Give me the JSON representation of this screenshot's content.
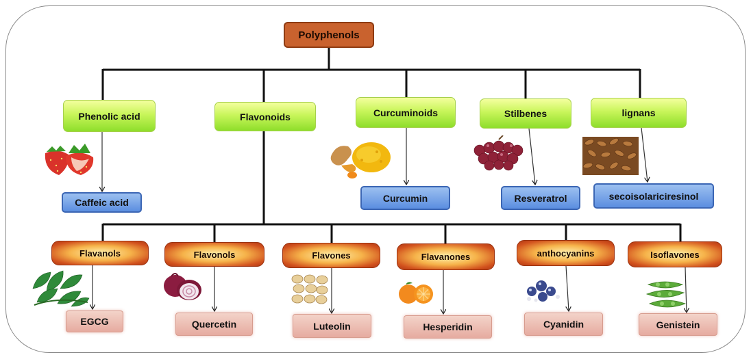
{
  "root": "Polyphenols",
  "categories": {
    "phenolic_acid": "Phenolic acid",
    "flavonoids": "Flavonoids",
    "curcuminoids": "Curcuminoids",
    "stilbenes": "Stilbenes",
    "lignans": "lignans"
  },
  "compounds": {
    "caffeic_acid": "Caffeic acid",
    "curcumin": "Curcumin",
    "resveratrol": "Resveratrol",
    "secoisolariciresinol": "secoisolariciresinol"
  },
  "flavonoid_subclasses": {
    "flavanols": "Flavanols",
    "flavonols": "Flavonols",
    "flavones": "Flavones",
    "flavanones": "Flavanones",
    "anthocyanins": "anthocyanins",
    "isoflavones": "Isoflavones"
  },
  "flavonoid_compounds": {
    "egcg": "EGCG",
    "quercetin": "Quercetin",
    "luteolin": "Luteolin",
    "hesperidin": "Hesperidin",
    "cyanidin": "Cyanidin",
    "genistein": "Genistein"
  },
  "icons": [
    "strawberry-icon",
    "turmeric-icon",
    "grapes-icon",
    "flaxseed-icon",
    "tea-leaves-icon",
    "red-onion-icon",
    "peanuts-icon",
    "orange-icon",
    "blueberries-icon",
    "soybeans-icon"
  ],
  "colors": {
    "root_fill": "#c9622e",
    "category_fill": "#b6ee4a",
    "compound_fill": "#6f9ee6",
    "subclass_fill": "#e0722a",
    "subcompound_fill": "#eeb9ae",
    "connector": "#111111"
  }
}
